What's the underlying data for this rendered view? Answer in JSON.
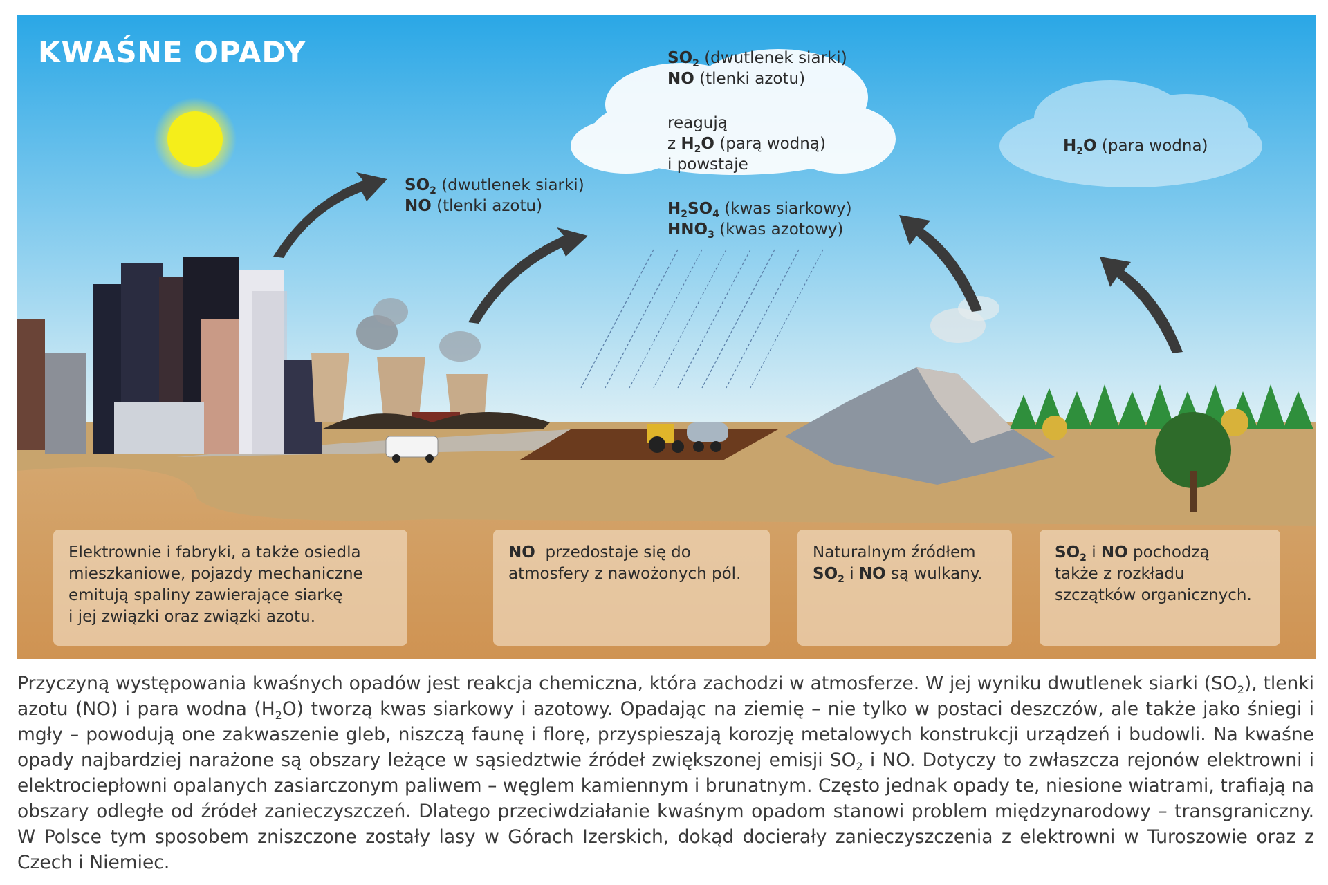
{
  "title": "KWAŚNE OPADY",
  "labels": {
    "emissions": {
      "so2": "SO",
      "so2_sub": "2",
      "so2_name": "(dwutlenek siarki)",
      "no": "NO",
      "no_name": "(tlenki azotu)"
    },
    "cloud": {
      "so2": "SO",
      "so2_sub": "2",
      "so2_name": "(dwutlenek siarki)",
      "no": "NO",
      "no_name": "(tlenki azotu)",
      "react1": "reagują",
      "react2_pre": "z",
      "h2o": "H",
      "h2o_sub": "2",
      "h2o_o": "O",
      "react2_post": "(parą wodną)",
      "react3": "i powstaje",
      "acid1": "H",
      "acid1_sub1": "2",
      "acid1_mid": "SO",
      "acid1_sub2": "4",
      "acid1_name": "(kwas siarkowy)",
      "acid2": "HNO",
      "acid2_sub": "3",
      "acid2_name": "(kwas azotowy)"
    },
    "water": {
      "h": "H",
      "sub": "2",
      "o": "O",
      "name": "(para wodna)"
    }
  },
  "boxes": {
    "box1": {
      "line1": "Elektrownie i fabryki, a także osiedla",
      "line2": "mieszkaniowe, pojazdy mechaniczne",
      "line3": "emitują spaliny zawierające siarkę",
      "line4": "i jej związki oraz związki azotu."
    },
    "box2": {
      "no": "NO",
      "line1": "przedostaje się do",
      "line2": "atmosfery z nawożonych pól."
    },
    "box3": {
      "line1": "Naturalnym źródłem",
      "so": "SO",
      "sub": "2",
      "mid": "i",
      "no": "NO",
      "end": "są wulkany."
    },
    "box4": {
      "so": "SO",
      "sub": "2",
      "mid": "i",
      "no": "NO",
      "line1end": "pochodzą",
      "line2": "także z rozkładu",
      "line3": "szczątków organicznych."
    }
  },
  "paragraph": {
    "p1": "Przyczyną występowania kwaśnych opadów jest reakcja chemiczna, która zachodzi w atmosferze. W jej wyniku dwutlenek siarki (SO",
    "s1": "2",
    "p2": "), tlenki azotu (NO)  i para wodna (H",
    "s2": "2",
    "p3": "O) tworzą kwas siarkowy i azotowy. Opadając na ziemię – nie tylko w postaci deszczów, ale także jako śniegi i mgły – powodują one zakwaszenie gleb, niszczą faunę i florę, przyspieszają korozję metalowych konstrukcji urządzeń i budowli. Na kwaśne opady najbardziej narażone są obszary leżące w sąsiedztwie źródeł zwiększonej emisji SO",
    "s3": "2",
    "p4": " i NO.  Dotyczy to zwłaszcza rejonów elektrowni i elektrociepłowni opalanych zasiarczonym paliwem – węglem kamiennym i brunatnym. Często jednak opady te, niesione wiatrami, trafiają na obszary odległe od źródeł zanieczyszczeń. Dlatego przeciwdziałanie kwaśnym opadom stanowi problem międzynarodowy – transgraniczny. W Polsce tym sposobem zniszczone zostały lasy w Górach Izerskich, dokąd docierały zanieczyszczenia z elektrowni w Turoszowie oraz z Czech i Niemiec."
  },
  "colors": {
    "sky_top": "#2aa7e6",
    "sky_bottom": "#cfe9f5",
    "ground": "#c9a46e",
    "soil": "#d19a5c",
    "sun": "#f5ee1a",
    "arrow": "#3a3a3a"
  }
}
